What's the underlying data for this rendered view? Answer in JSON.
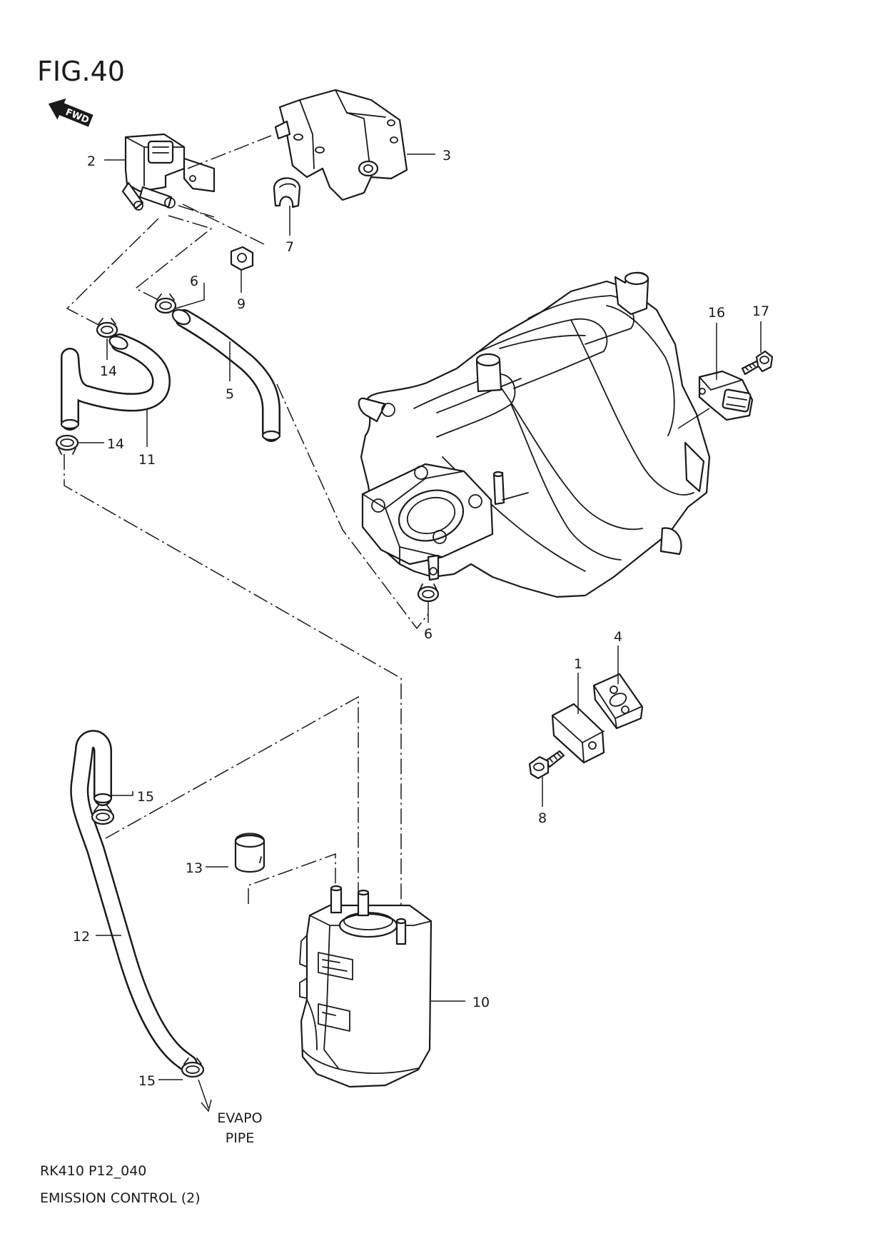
{
  "figure": {
    "title": "FIG.40",
    "fwd_label": "FWD",
    "code": "RK410 P12_040",
    "caption": "EMISSION CONTROL (2)"
  },
  "callouts": [
    {
      "id": "c1",
      "label": "1"
    },
    {
      "id": "c2",
      "label": "2"
    },
    {
      "id": "c3",
      "label": "3"
    },
    {
      "id": "c4",
      "label": "4"
    },
    {
      "id": "c5",
      "label": "5"
    },
    {
      "id": "c6a",
      "label": "6"
    },
    {
      "id": "c6b",
      "label": "6"
    },
    {
      "id": "c7",
      "label": "7"
    },
    {
      "id": "c8",
      "label": "8"
    },
    {
      "id": "c9",
      "label": "9"
    },
    {
      "id": "c10",
      "label": "10"
    },
    {
      "id": "c11",
      "label": "11"
    },
    {
      "id": "c12",
      "label": "12"
    },
    {
      "id": "c13",
      "label": "13"
    },
    {
      "id": "c14a",
      "label": "14"
    },
    {
      "id": "c14b",
      "label": "14"
    },
    {
      "id": "c15a",
      "label": "15"
    },
    {
      "id": "c15b",
      "label": "15"
    },
    {
      "id": "c16",
      "label": "16"
    },
    {
      "id": "c17",
      "label": "17"
    }
  ],
  "note": {
    "line1": "EVAPO",
    "line2": "PIPE"
  }
}
